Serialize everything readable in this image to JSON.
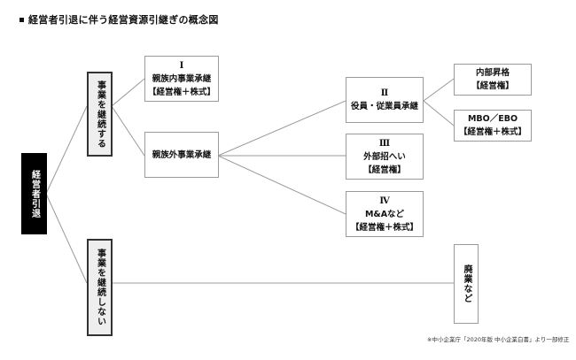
{
  "title": "経営者引退に伴う経営資源引継ぎの概念図",
  "root": {
    "label": "経営者引退"
  },
  "branches": [
    {
      "id": "continue",
      "label": "事業を継続する"
    },
    {
      "id": "discontinue",
      "label": "事業を継続しない"
    }
  ],
  "nodes": {
    "family": {
      "numeral": "I",
      "label": "親族内事業承継",
      "sub": "【経営権＋株式】"
    },
    "non_family": {
      "label": "親族外事業承継"
    },
    "employee": {
      "numeral": "Ⅱ",
      "label": "役員・従業員承継"
    },
    "external": {
      "numeral": "Ⅲ",
      "label": "外部招へい",
      "sub": "【経営権】"
    },
    "ma": {
      "numeral": "Ⅳ",
      "label": "M&Aなど",
      "sub": "【経営権＋株式】"
    },
    "internal": {
      "label": "内部昇格",
      "sub": "【経営権】"
    },
    "mbo": {
      "label": "MBO／EBO",
      "sub": "【経営権＋株式】"
    },
    "closure": {
      "label": "廃業など"
    }
  },
  "source_note": "※中小企業庁「2020年版 中小企業白書」より一部修正",
  "colors": {
    "line": "#9a9a9a",
    "root_bg": "#000000",
    "branch_bg": "#eeeeee"
  }
}
